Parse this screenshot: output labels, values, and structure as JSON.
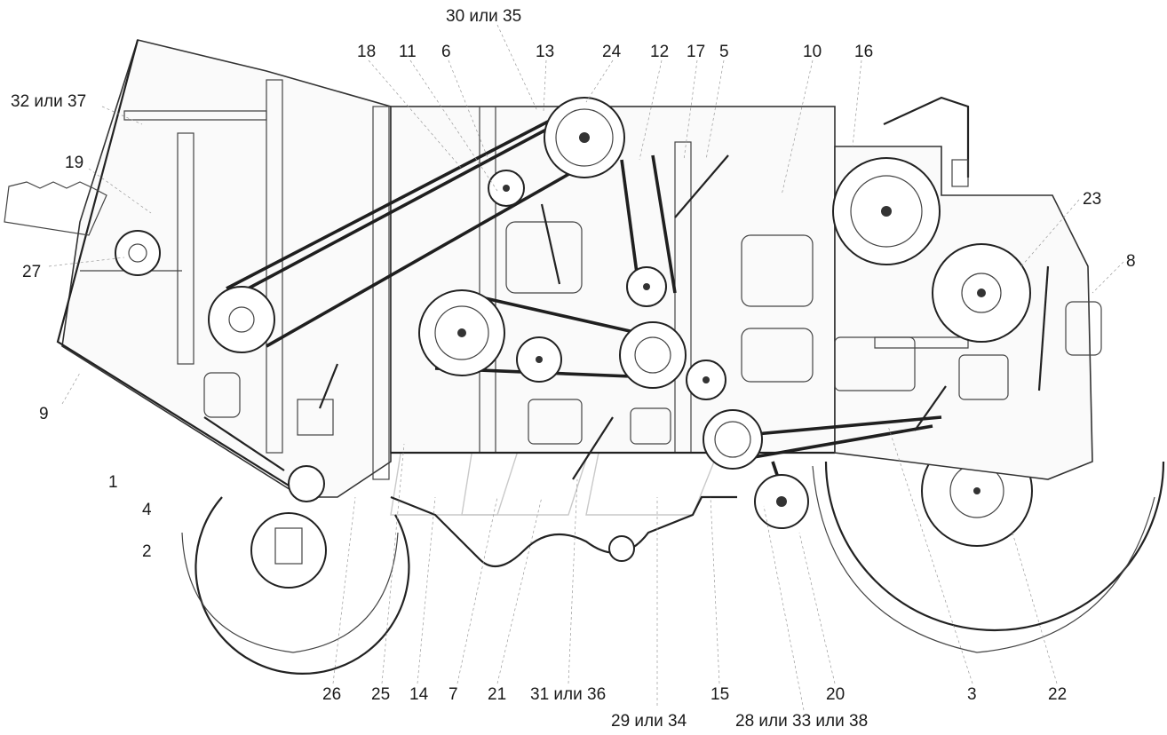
{
  "callouts": {
    "c30_35": "30 или 35",
    "c18": "18",
    "c11": "11",
    "c6": "6",
    "c13": "13",
    "c24": "24",
    "c12_top": "12",
    "c17": "17",
    "c5": "5",
    "c10": "10",
    "c16": "16",
    "c32_37": "32 или 37",
    "c19": "19",
    "c27": "27",
    "c23": "23",
    "c8": "8",
    "c9": "9",
    "c1": "1",
    "c4": "4",
    "c2": "2",
    "c26": "26",
    "c25": "25",
    "c14": "14",
    "c7": "7",
    "c21": "21",
    "c31_36": "31 или 36",
    "c15": "15",
    "c20": "20",
    "c3": "3",
    "c22": "22",
    "c29_34": "29 или 34",
    "c28_33_38": "28 или 33 или 38"
  }
}
